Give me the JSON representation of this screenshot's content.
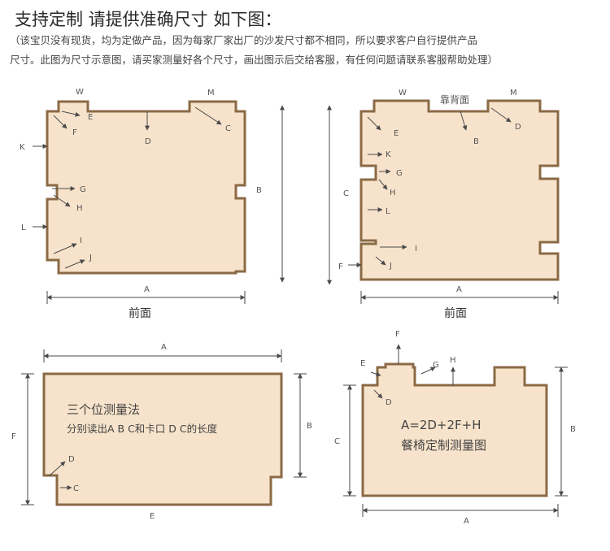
{
  "header": {
    "title": "支持定制 请提供准确尺寸 如下图：",
    "note_line1": "（该宝贝没有现货，均为定做产品，因为每家厂家出厂的沙发尺寸都不相同，所以要求客户自行提供产品",
    "note_line2": "尺寸。此图为尺寸示意图，请买家测量好各个尺寸，画出图示后交给客服，有任何问题请联系客服帮助处理）"
  },
  "colors": {
    "shape_fill": "#f7e3cb",
    "shape_stroke": "#8b6a45",
    "arrow": "#4a4a4a"
  },
  "diagram1": {
    "labels": {
      "W": "W",
      "M": "M",
      "E": "E",
      "F": "F",
      "D": "D",
      "C": "C",
      "K": "K",
      "G": "G",
      "H": "H",
      "L": "L",
      "I": "I",
      "J": "J",
      "B": "B",
      "A": "A"
    },
    "caption": "前面"
  },
  "diagram2": {
    "labels": {
      "W": "W",
      "M": "M",
      "kao": "靠背面",
      "E": "E",
      "D": "D",
      "B": "B",
      "K": "K",
      "G": "G",
      "H": "H",
      "C": "C",
      "L": "L",
      "I": "I",
      "F": "F",
      "J": "J",
      "A": "A"
    },
    "caption": "前面"
  },
  "diagram3": {
    "labels": {
      "A": "A",
      "B": "B",
      "F": "F",
      "D": "D",
      "C": "C",
      "E": "E"
    },
    "text_line1": "三个位测量法",
    "text_line2": "分别读出A B C和卡口 D C的长度"
  },
  "diagram4": {
    "labels": {
      "F": "F",
      "E": "E",
      "G": "G",
      "H": "H",
      "D": "D",
      "C": "C",
      "B": "B",
      "A": "A"
    },
    "text_line1": "A=2D+2F+H",
    "text_line2": "餐椅定制测量图"
  }
}
